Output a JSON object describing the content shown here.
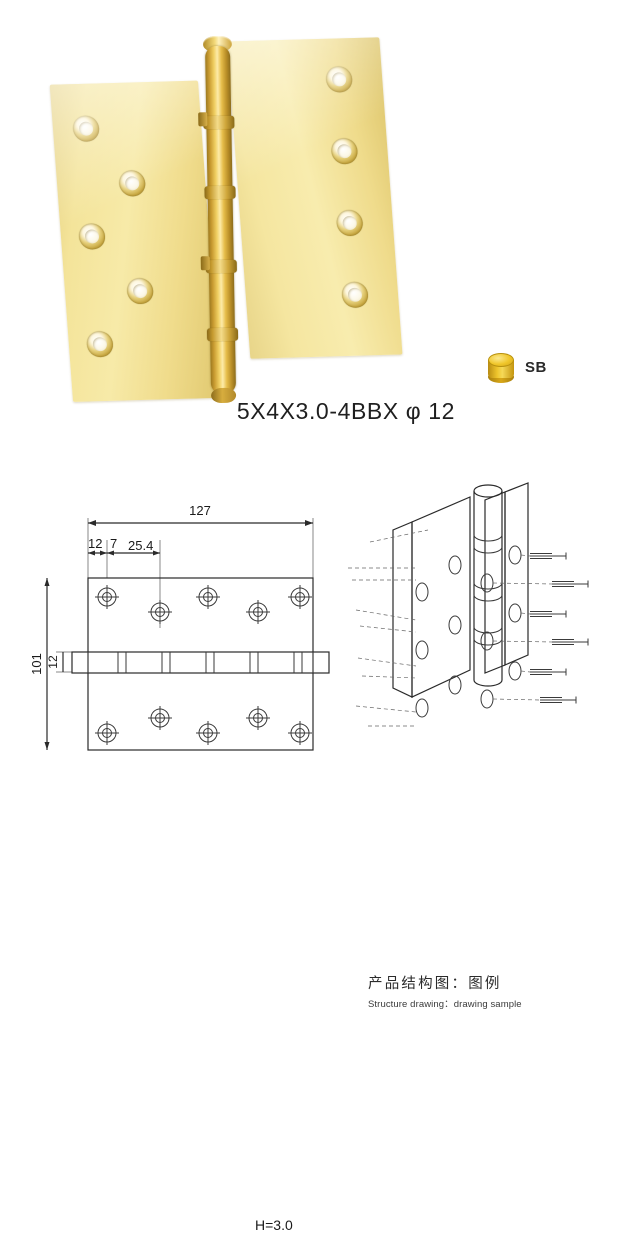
{
  "product": {
    "code": "5X4X3.0-4BBX φ 12",
    "finish_code": "SB",
    "finish_swatch_color": "#e8b923",
    "plate_color": "#f0dc8c",
    "barrel_color": "#c89a30"
  },
  "legend": {
    "title_cn": "产品结构图：图例",
    "title_en": "Structure drawing：drawing sample"
  },
  "drawing": {
    "dim_width": "127",
    "dim_height": "101",
    "dim_edge": "12",
    "dim_gap": "7",
    "dim_pitch": "25.4",
    "dim_knuckle": "12",
    "thickness_label": "H=3.0"
  },
  "photo": {
    "mark_upper": "",
    "mark_lower": ""
  }
}
